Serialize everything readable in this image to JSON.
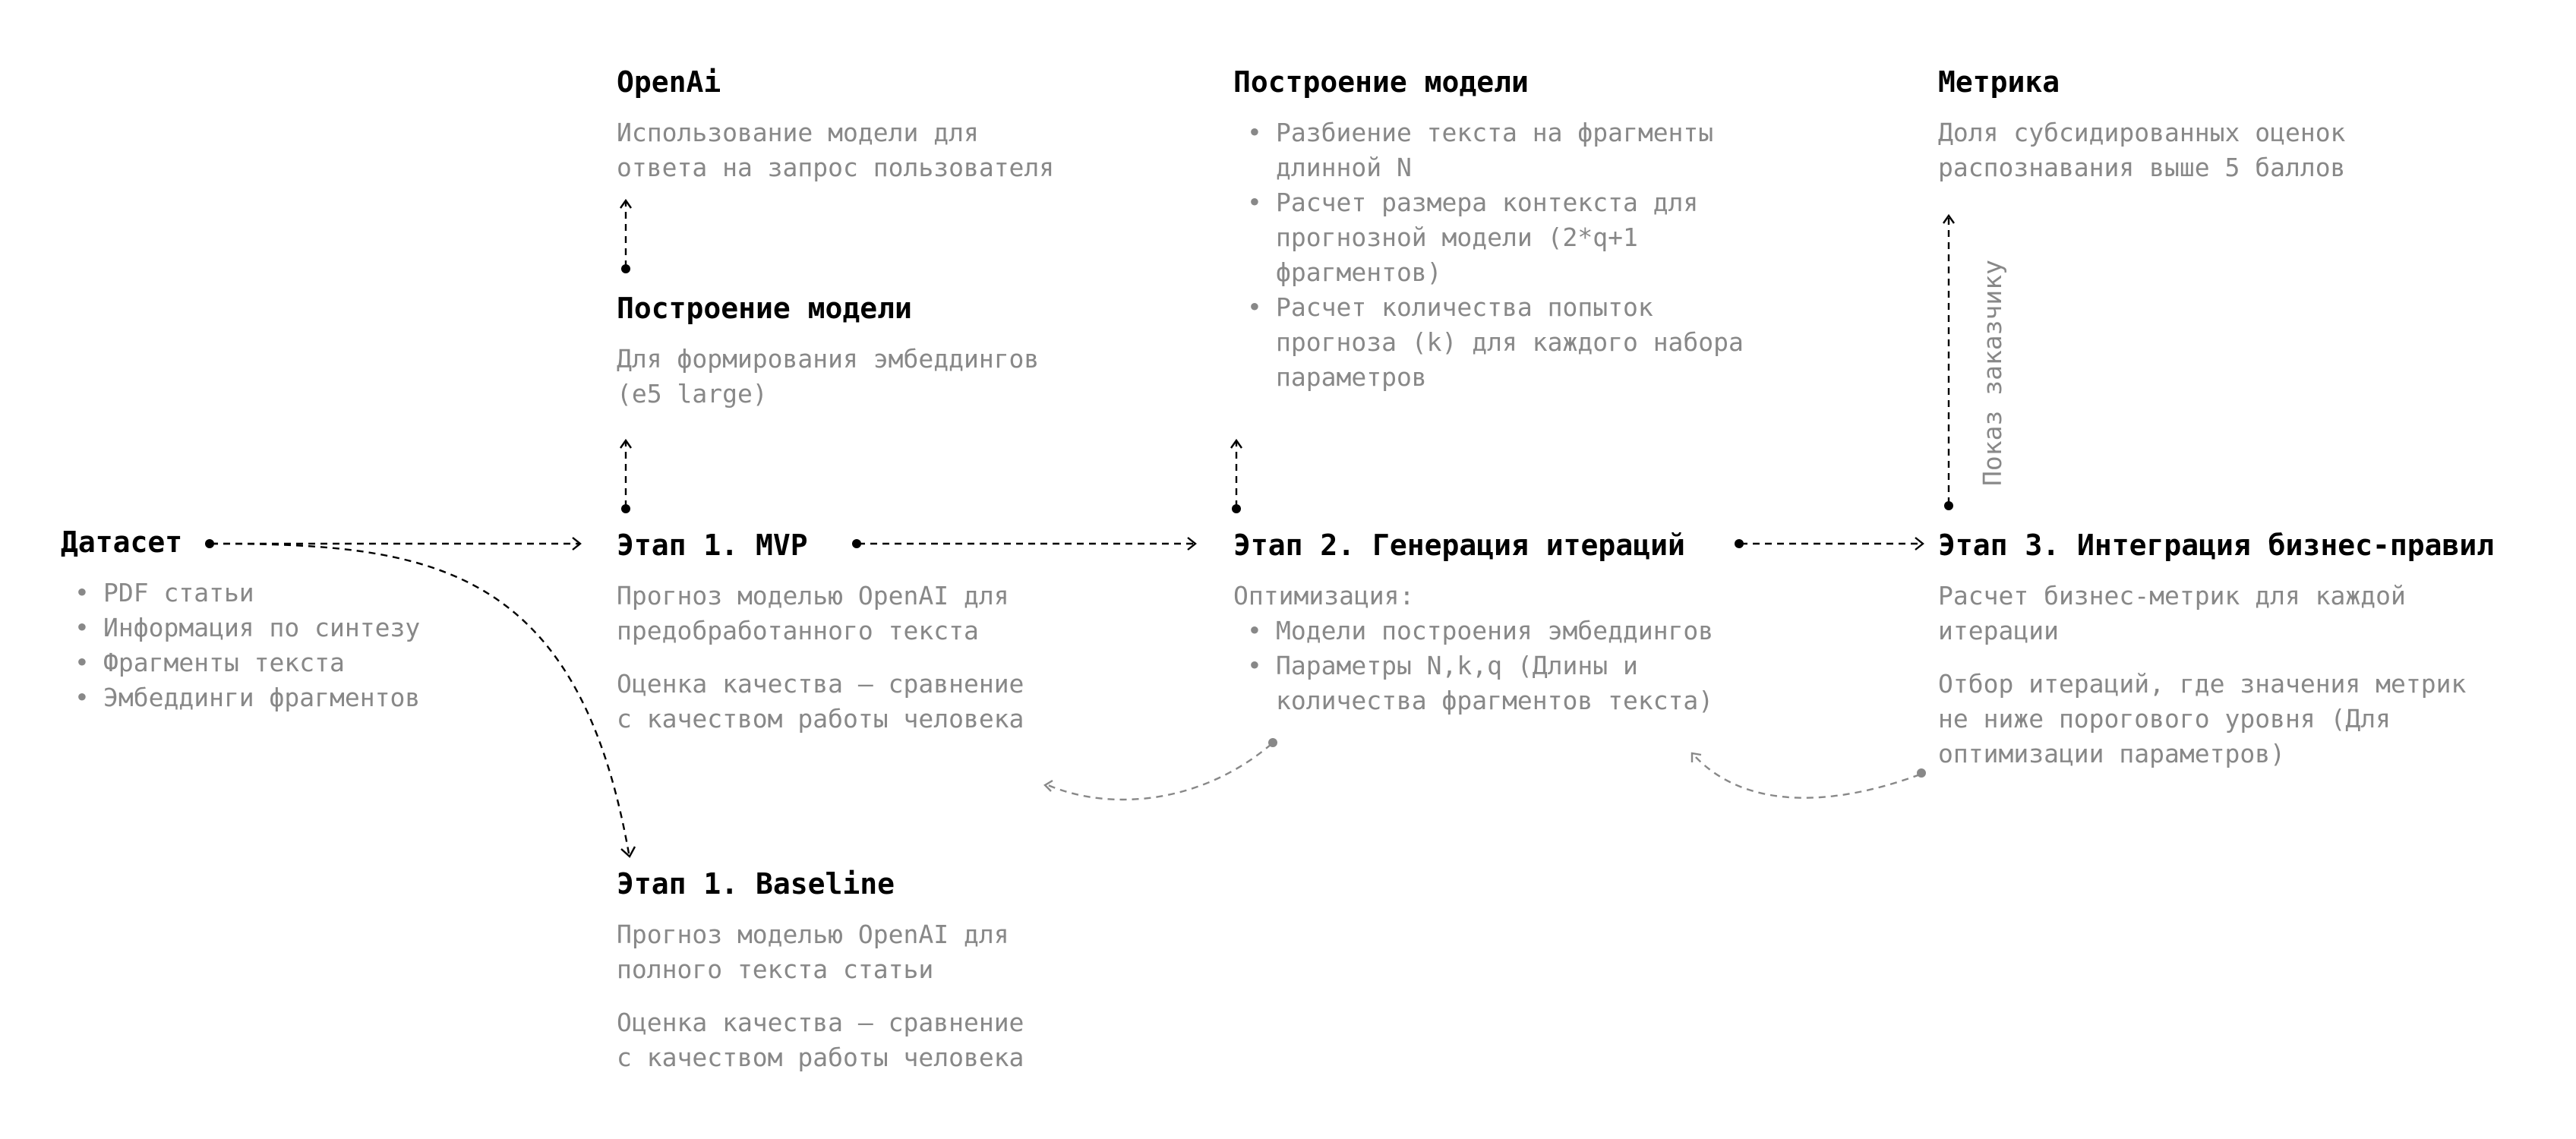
{
  "colors": {
    "text": "#000000",
    "muted": "#888888",
    "connector_primary": "#000000",
    "connector_feedback": "#888888"
  },
  "dataset": {
    "title": "Датасет",
    "items": [
      "PDF статьи",
      "Информация по синтезу",
      "Фрагменты текста",
      "Эмбеддинги фрагментов"
    ]
  },
  "openai": {
    "title": "OpenAi",
    "desc": [
      "Использование модели для",
      "ответа на запрос пользователя"
    ]
  },
  "model_build_1": {
    "title": "Построение модели",
    "desc": [
      "Для формирования эмбеддингов",
      "(e5 large)"
    ]
  },
  "stage1_mvp": {
    "title": "Этап 1. MVP",
    "desc1": [
      "Прогноз моделью OpenAI для",
      "предобработанного текста"
    ],
    "desc2": [
      "Оценка качества – сравнение",
      "с качеством работы человека"
    ]
  },
  "stage1_baseline": {
    "title": "Этап 1. Baseline",
    "desc1": [
      "Прогноз моделью OpenAI для",
      "полного текста статьи"
    ],
    "desc2": [
      "Оценка качества – сравнение",
      "с качеством работы человека"
    ]
  },
  "model_build_2": {
    "title": "Построение модели",
    "items": [
      [
        "Разбиение текста на фрагменты",
        "длинной N"
      ],
      [
        "Расчет размера контекста для",
        "прогнозной модели (2*q+1",
        "фрагментов)"
      ],
      [
        "Расчет количества попыток",
        "прогноза (k) для каждого набора",
        "параметров"
      ]
    ]
  },
  "stage2": {
    "title": "Этап 2. Генерация итераций",
    "subtitle": "Оптимизация:",
    "items": [
      [
        "Модели построения эмбеддингов"
      ],
      [
        "Параметры N,k,q (Длины и",
        "количества фрагментов текста)"
      ]
    ]
  },
  "metric": {
    "title": "Метрика",
    "desc": [
      "Доля субсидированных оценок",
      "распознавания выше 5 баллов"
    ]
  },
  "stage3": {
    "title": "Этап 3. Интеграция бизнес-правил",
    "desc1": [
      "Расчет бизнес-метрик для каждой",
      "итерации"
    ],
    "desc2": [
      "Отбор итераций, где значения метрик",
      "не ниже порогового уровня (Для",
      "оптимизации параметров)"
    ]
  },
  "connector_label": "Показ заказчику"
}
